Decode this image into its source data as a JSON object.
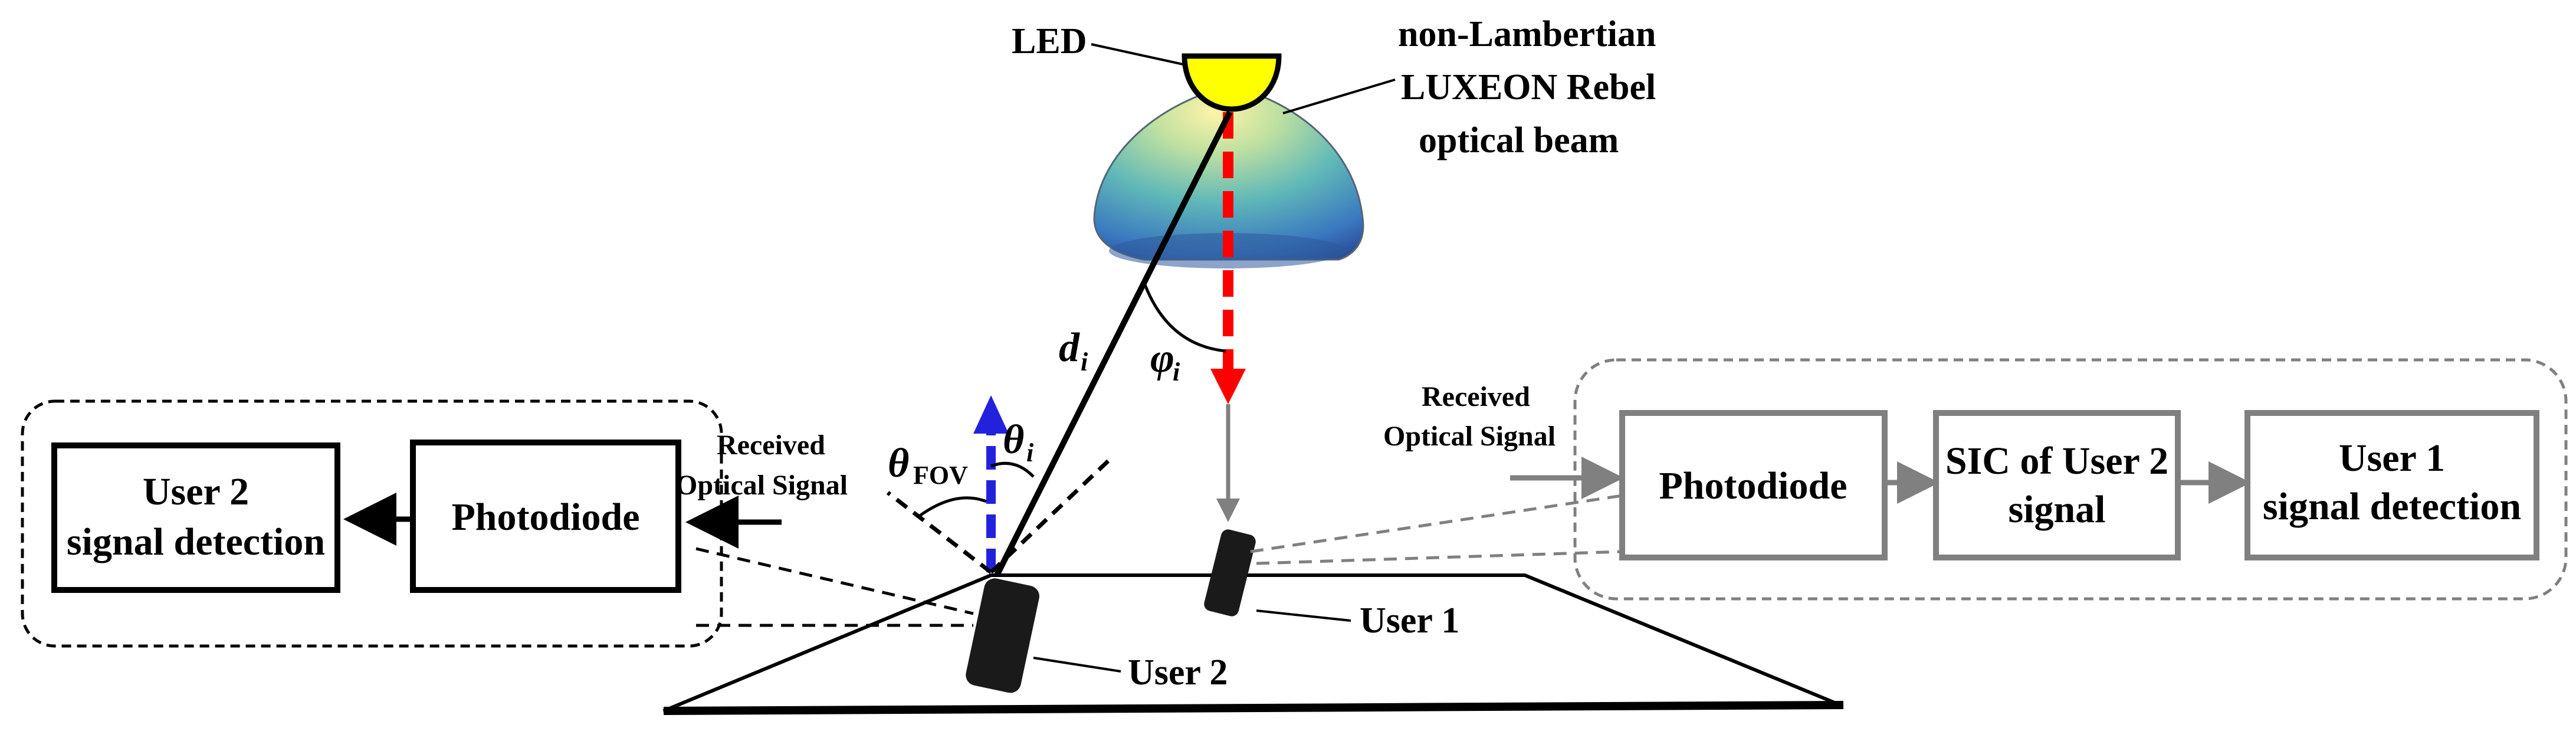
{
  "diagram": {
    "led_label": "LED",
    "beam_label_line1": "non-Lambertian",
    "beam_label_line2": "LUXEON Rebel",
    "beam_label_line3": "optical beam",
    "distance_label": "d",
    "distance_sub": "i",
    "phi_label": "φ",
    "phi_sub": "i",
    "theta_label": "θ",
    "theta_sub": "i",
    "theta_fov_label": "θ",
    "theta_fov_sub": "FOV",
    "user1_label": "User 1",
    "user2_label": "User 2",
    "left_block": {
      "received_line1": "Received",
      "received_line2": "Optical Signal",
      "photodiode": "Photodiode",
      "detection_line1": "User 2",
      "detection_line2": "signal detection"
    },
    "right_block": {
      "received_line1": "Received",
      "received_line2": "Optical Signal",
      "photodiode": "Photodiode",
      "sic_line1": "SIC of User 2",
      "sic_line2": "signal",
      "detection_line1": "User 1",
      "detection_line2": "signal detection"
    },
    "colors": {
      "led": "#ffff00",
      "normal_arrow": "#2222dd",
      "beam_axis": "#ff0000",
      "right_block_gray": "#808080",
      "phone": "#1a1a1a"
    }
  }
}
